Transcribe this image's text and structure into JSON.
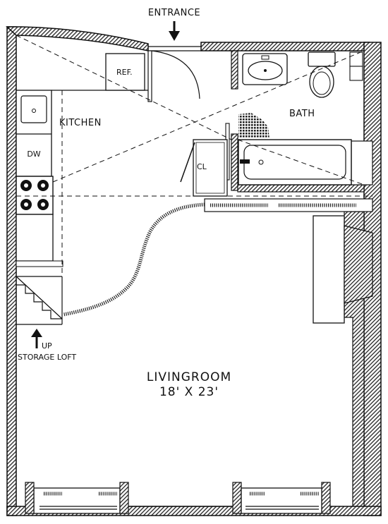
{
  "labels": {
    "entrance": "ENTRANCE",
    "kitchen": "KITCHEN",
    "bath": "BATH",
    "ref": "REF.",
    "dw": "DW",
    "cl": "CL",
    "up": "UP",
    "storage_loft": "STORAGE LOFT",
    "livingroom": "LIVINGROOM",
    "livingroom_dims": "18' X 23'"
  },
  "colors": {
    "wall_hatch": "#222222",
    "line": "#111111",
    "background": "#ffffff"
  }
}
